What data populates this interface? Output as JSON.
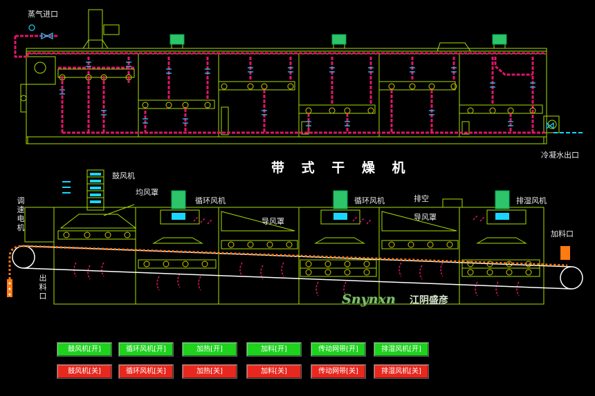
{
  "colors": {
    "frame": "#a8e000",
    "pipe": "#e0156a",
    "valve": "#1ad6ff",
    "fan": "#2ec46a",
    "conveyor": "#ffffff",
    "chain": "#ff7a10",
    "btn_on": "#1ed21e",
    "btn_off": "#e8281e"
  },
  "top_diagram": {
    "steam_inlet": "蒸气进口",
    "title": "带 式 干 燥 机",
    "condensate_outlet": "冷凝水出口"
  },
  "bottom_diagram": {
    "speed_motor": "调速电机",
    "blower": "鼓风机",
    "air_hood": "均风罩",
    "circ_fan_1": "循环风机",
    "guide_hood_1": "导风罩",
    "circ_fan_2": "循环风机",
    "exhaust": "排空",
    "guide_hood_2": "导风罩",
    "dehum_fan": "排湿风机",
    "feed_inlet": "加料口",
    "discharge": "出料口"
  },
  "brand": {
    "latin": "Snynxn",
    "cn": "江阴盛彦"
  },
  "buttons": {
    "on": [
      "鼓风机[开]",
      "循环风机[开]",
      "加热[开]",
      "加料[开]",
      "传动网带[开]",
      "排湿风机[开]"
    ],
    "off": [
      "鼓风机[关]",
      "循环风机[关]",
      "加热[关]",
      "加料[关]",
      "传动网带[关]",
      "排湿风机[关]"
    ],
    "names": [
      "blower",
      "circulation-fan",
      "heating",
      "feeding",
      "conveyor-belt",
      "dehumidify-fan"
    ]
  }
}
